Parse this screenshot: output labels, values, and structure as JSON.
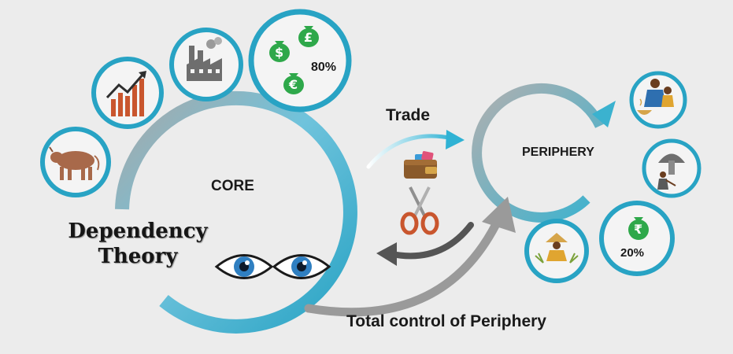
{
  "title_line1": "Dependency",
  "title_line2": "Theory",
  "core_label": "CORE",
  "periphery_label": "PERIPHERY",
  "trade_label": "Trade",
  "control_label": "Total control of Periphery",
  "core_wealth_share": "80%",
  "periphery_wealth_share": "20%",
  "currency_symbols": {
    "dollar": "$",
    "pound": "£",
    "euro": "€",
    "rupee": "₹"
  },
  "icons": {
    "core": [
      "cow-icon",
      "growth-chart-icon",
      "factory-icon",
      "money-bags-icon",
      "eyes-icon"
    ],
    "center": [
      "wallet-icon",
      "scissors-icon"
    ],
    "periphery": [
      "poor-family-icon",
      "miner-icon",
      "money-bag-icon",
      "farmer-icon"
    ]
  },
  "colors": {
    "ring_teal": "#28a3c4",
    "ring_light": "#8ecfe0",
    "arrow_grey": "#9a9a9a",
    "money_green": "#2ea84a"
  }
}
